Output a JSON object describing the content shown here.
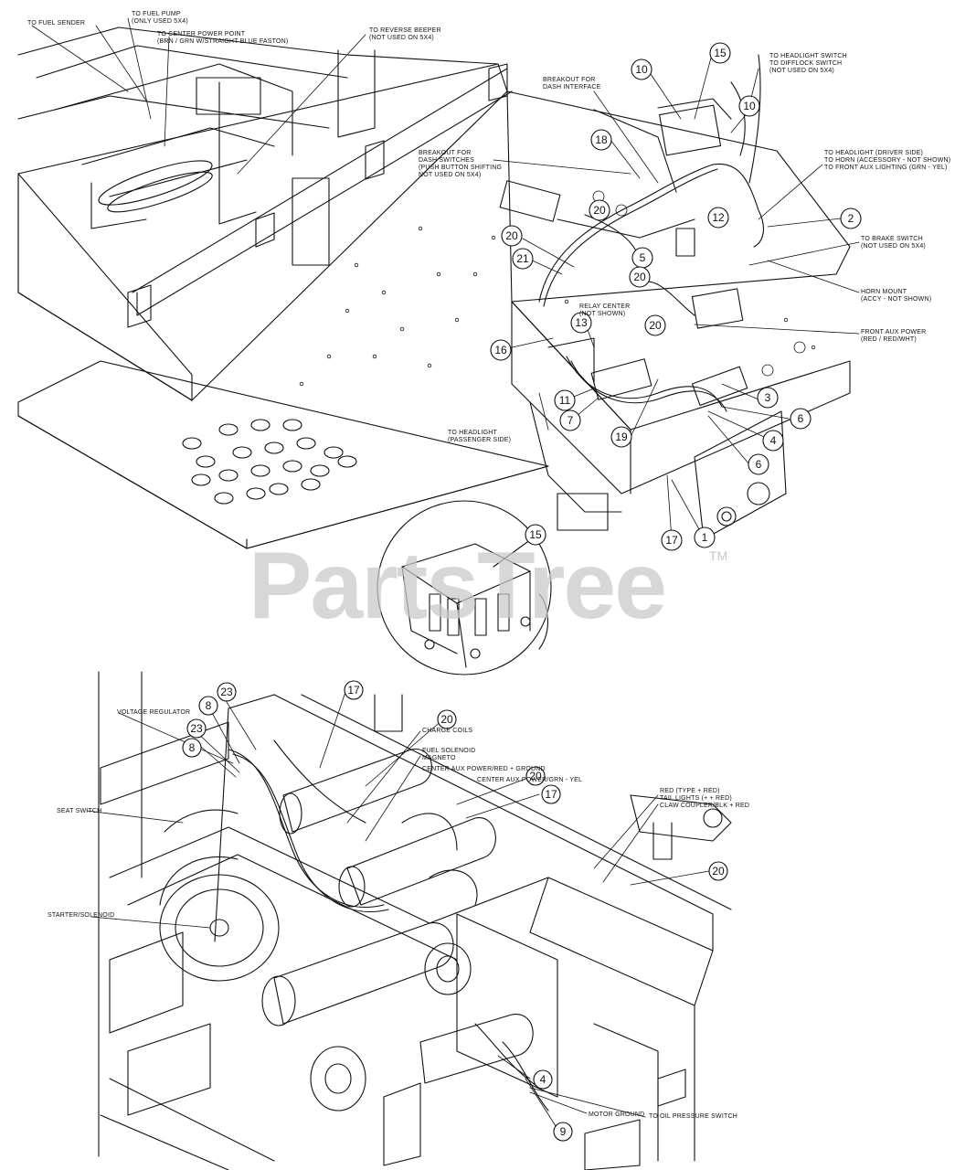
{
  "watermark": {
    "text": "PartsTree",
    "trademark": "TM"
  },
  "upper_labels": [
    "TO FUEL SENDER",
    "TO FUEL PUMP\n(ONLY USED 5X4)",
    "TO CENTER POWER POINT\n(BRN / GRN W/STRAIGHT BLUE FASTON)",
    "TO REVERSE BEEPER\n(NOT USED ON 5X4)",
    "BREAKOUT FOR\nDASH INTERFACE",
    "TO HEADLIGHT SWITCH\nTO DIFFLOCK SWITCH\n(NOT USED ON 5X4)",
    "BREAKOUT FOR\nDASH SWITCHES\n(PUSH BUTTON SHIFTING\nNOT USED ON 5X4)",
    "TO HEADLIGHT (DRIVER SIDE)\nTO HORN (ACCESSORY - NOT SHOWN)\nTO FRONT AUX LIGHTING (GRN - YEL)",
    "TO BRAKE SWITCH\n(NOT USED ON 5X4)",
    "HORN MOUNT\n(ACCY - NOT SHOWN)",
    "RELAY CENTER\n(NOT SHOWN)",
    "FRONT AUX POWER\n(RED / RED/WHT)",
    "TO HEADLIGHT\n(PASSENGER SIDE)"
  ],
  "lower_labels": [
    "VOLTAGE REGULATOR",
    "CHARGE COILS",
    "FUEL SOLENOID\nMAGNETO",
    "CENTER AUX POWER/RED + GROUND",
    "CENTER AUX POWER/GRN - YEL",
    "SEAT SWITCH",
    "RED (TYPE + RED)\nTAIL LIGHTS (+ + RED)\nCLAW COUPLER/BLK + RED",
    "STARTER/SOLENOID",
    "MOTOR GROUND",
    "TO OIL PRESSURE SWITCH"
  ],
  "callouts_upper": [
    "15",
    "10",
    "10",
    "18",
    "20",
    "12",
    "2",
    "20",
    "21",
    "5",
    "20",
    "20",
    "13",
    "16",
    "11",
    "7",
    "19",
    "3",
    "6",
    "4",
    "6",
    "17",
    "1"
  ],
  "callouts_inset": [
    "15"
  ],
  "callouts_lower": [
    "23",
    "8",
    "8",
    "23",
    "17",
    "20",
    "20",
    "17",
    "20",
    "4",
    "9"
  ],
  "colors": {
    "line": "#111111",
    "watermark": "#c9c9c9"
  }
}
